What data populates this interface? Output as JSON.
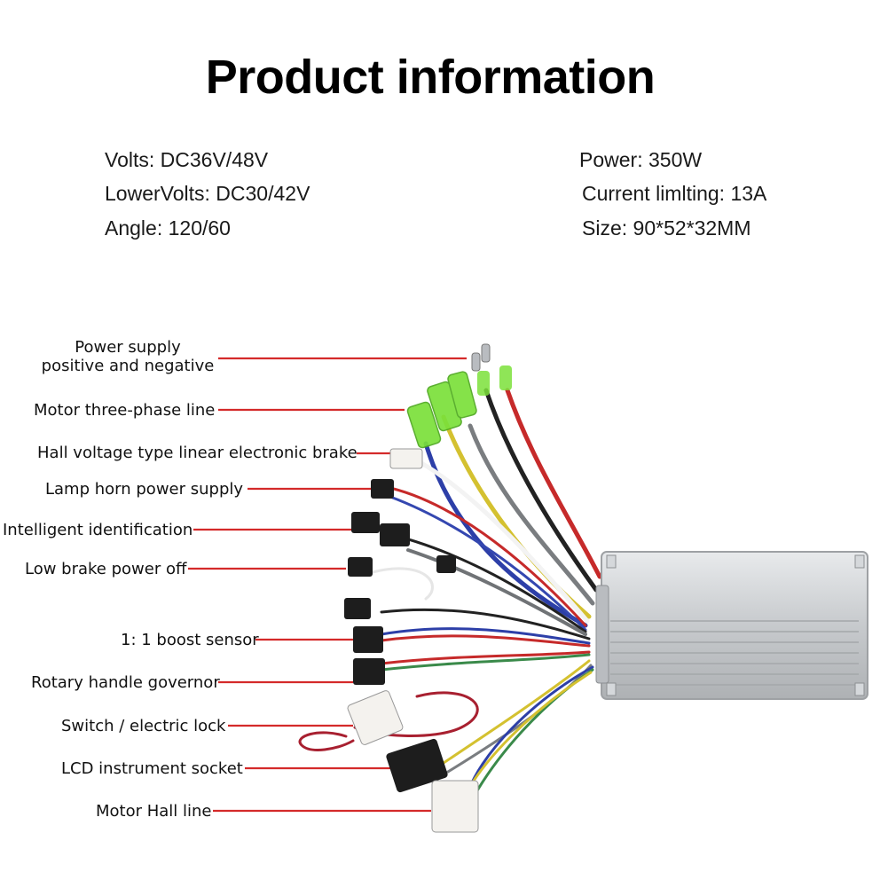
{
  "title": "Product information",
  "specs_left": [
    {
      "key": "Volts",
      "value": "DC36V/48V"
    },
    {
      "key": "LowerVolts",
      "value": "DC30/42V"
    },
    {
      "key": "Angle",
      "value": "120/60"
    }
  ],
  "specs_right": [
    {
      "key": "Power",
      "value": "350W"
    },
    {
      "key": "Current limlting",
      "value": "13A"
    },
    {
      "key": "Size",
      "value": "90*52*32MM"
    }
  ],
  "labels": {
    "power_supply_line1": "Power supply",
    "power_supply_line2": "positive and negative",
    "motor_three_phase": "Motor three-phase line",
    "hall_brake": "Hall voltage type linear electronic brake",
    "lamp_horn": "Lamp horn power supply",
    "intelligent_id": "Intelligent identification",
    "low_brake": "Low brake power off",
    "boost_sensor": "1: 1 boost sensor",
    "rotary_handle": "Rotary handle governor",
    "switch_lock": "Switch / electric lock",
    "lcd_socket": "LCD instrument socket",
    "motor_hall": "Motor Hall line"
  },
  "colors": {
    "leader_line": "#d42a2a",
    "controller_body": "#c9ccd0",
    "connector_green": "#7be03a"
  }
}
